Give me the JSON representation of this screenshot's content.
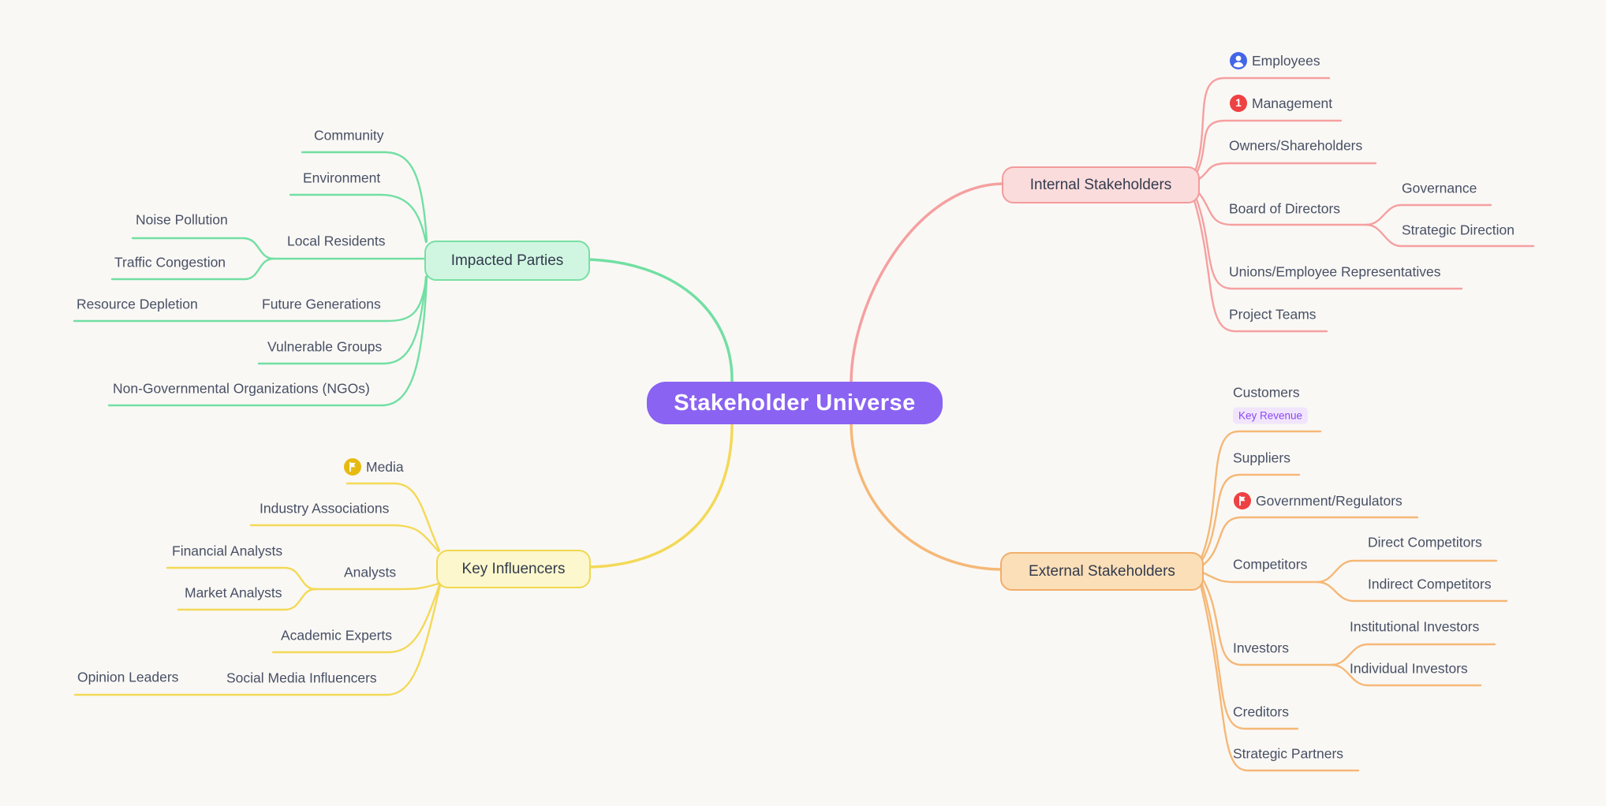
{
  "mindmap": {
    "root": {
      "label": "Stakeholder Universe",
      "fill": "#8a63f2",
      "text_color": "#ffffff"
    },
    "branches": [
      {
        "label": "Internal Stakeholders",
        "side": "right",
        "line_color": "#f5a0a0",
        "fill": "#fbdcdc",
        "border": "#f49b9b",
        "children": [
          {
            "label": "Employees",
            "icon": "person-badge",
            "icon_color": "#4365e8"
          },
          {
            "label": "Management",
            "badge": "1",
            "icon_color": "#ee4143"
          },
          {
            "label": "Owners/Shareholders"
          },
          {
            "label": "Board of Directors",
            "children": [
              {
                "label": "Governance"
              },
              {
                "label": "Strategic Direction"
              }
            ]
          },
          {
            "label": "Unions/Employee Representatives"
          },
          {
            "label": "Project Teams"
          }
        ]
      },
      {
        "label": "External Stakeholders",
        "side": "right",
        "line_color": "#f5b877",
        "fill": "#fbdfb8",
        "border": "#f2ae6a",
        "children": [
          {
            "label": "Customers",
            "tag": "Key Revenue",
            "tag_bg": "#f1e5fd",
            "tag_color": "#8b49f1"
          },
          {
            "label": "Suppliers"
          },
          {
            "label": "Government/Regulators",
            "icon": "flag-badge",
            "icon_color": "#f23e3e"
          },
          {
            "label": "Competitors",
            "children": [
              {
                "label": "Direct Competitors"
              },
              {
                "label": "Indirect Competitors"
              }
            ]
          },
          {
            "label": "Investors",
            "children": [
              {
                "label": "Institutional Investors"
              },
              {
                "label": "Individual Investors"
              }
            ]
          },
          {
            "label": "Creditors"
          },
          {
            "label": "Strategic Partners"
          }
        ]
      },
      {
        "label": "Impacted Parties",
        "side": "left",
        "line_color": "#72dfa3",
        "fill": "#d0f6e1",
        "border": "#77dfa4",
        "children": [
          {
            "label": "Community"
          },
          {
            "label": "Environment"
          },
          {
            "label": "Local Residents",
            "children": [
              {
                "label": "Noise Pollution"
              },
              {
                "label": "Traffic Congestion"
              }
            ]
          },
          {
            "label": "Future Generations",
            "children": [
              {
                "label": "Resource Depletion"
              }
            ]
          },
          {
            "label": "Vulnerable Groups"
          },
          {
            "label": "Non-Governmental Organizations (NGOs)"
          }
        ]
      },
      {
        "label": "Key Influencers",
        "side": "left",
        "line_color": "#f3d957",
        "fill": "#fcf7cc",
        "border": "#f0d84f",
        "children": [
          {
            "label": "Media",
            "icon": "flag-badge",
            "icon_color": "#e6ba10"
          },
          {
            "label": "Industry Associations"
          },
          {
            "label": "Analysts",
            "children": [
              {
                "label": "Financial Analysts"
              },
              {
                "label": "Market Analysts"
              }
            ]
          },
          {
            "label": "Academic Experts"
          },
          {
            "label": "Social Media Influencers",
            "children": [
              {
                "label": "Opinion Leaders"
              }
            ]
          }
        ]
      }
    ]
  }
}
